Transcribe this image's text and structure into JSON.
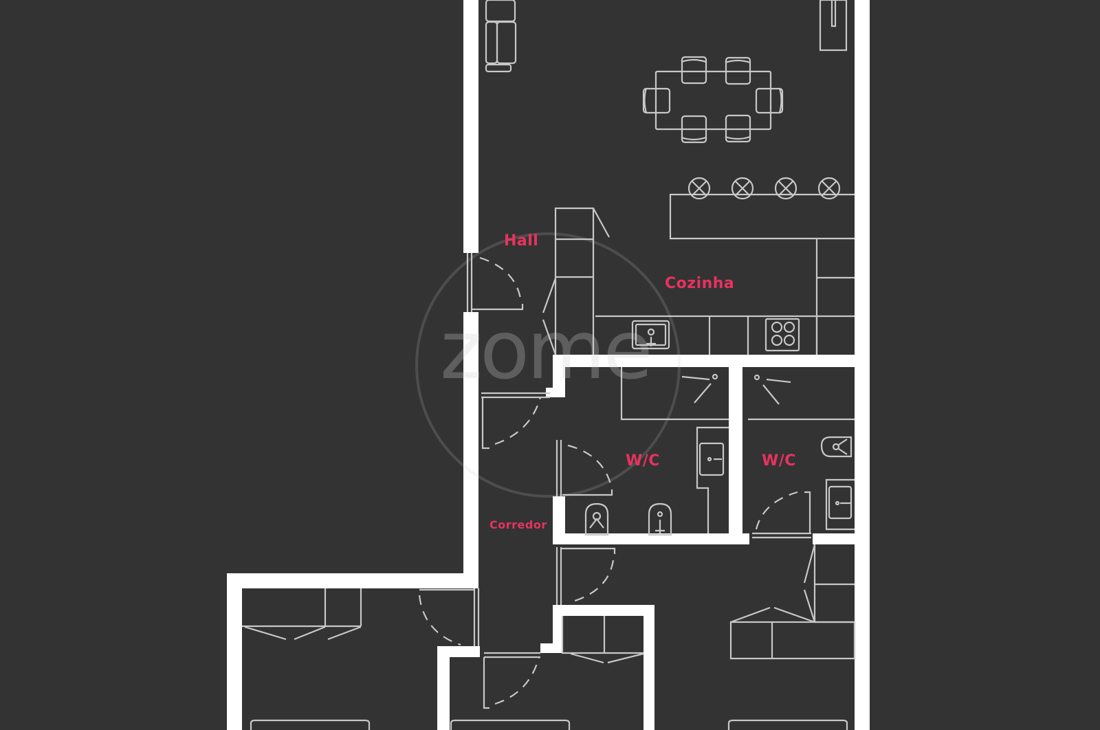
{
  "plan": {
    "background": "#333333",
    "wall_color": "#ffffff",
    "line_color": "#c8c8c8",
    "label_color": "#e8325f"
  },
  "rooms": {
    "hall": "Hall",
    "cozinha": "Cozinha",
    "wc1": "W/C",
    "wc2": "W/C",
    "corredor": "Corredor"
  },
  "watermark": {
    "text": "zome"
  }
}
